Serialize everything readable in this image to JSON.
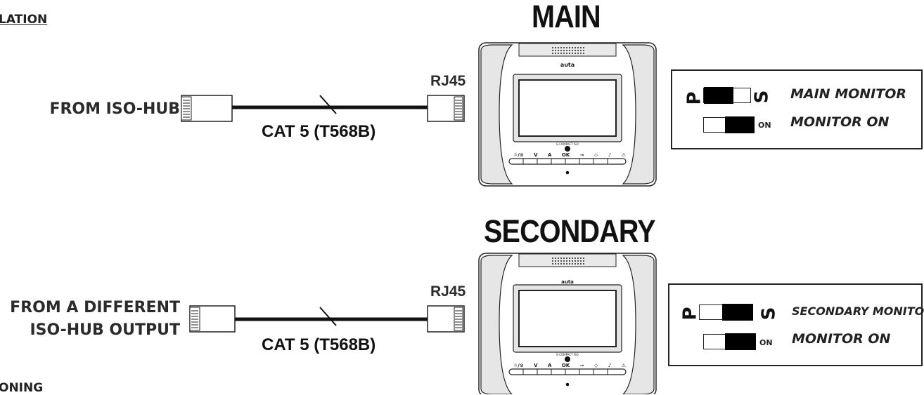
{
  "section_headers": {
    "installation": "LATION",
    "configuration": "ONING"
  },
  "main": {
    "title": "MAIN",
    "source_label": "FROM ISO-HUB",
    "cable_label": "CAT 5 (T568B)",
    "connector_label": "RJ45",
    "monitor_brand": "auta",
    "monitor_model": "E-COMPACT ISO",
    "switch_panel": {
      "row1": {
        "left_letter": "P",
        "right_letter": "S",
        "description": "MAIN MONITOR",
        "knob": "left"
      },
      "row2": {
        "on_label": "ON",
        "description": "MONITOR ON",
        "knob": "right"
      }
    }
  },
  "secondary": {
    "title": "SECONDARY",
    "source_label_line1": "FROM A DIFFERENT",
    "source_label_line2": "ISO-HUB OUTPUT",
    "cable_label": "CAT 5 (T568B)",
    "connector_label": "RJ45",
    "monitor_brand": "auta",
    "monitor_model": "E-COMPACT ISO",
    "switch_panel": {
      "row1": {
        "left_letter": "P",
        "right_letter": "S",
        "description": "SECONDARY MONITOR",
        "knob": "right"
      },
      "row2": {
        "on_label": "ON",
        "description": "MONITOR ON",
        "knob": "right"
      }
    }
  },
  "monitor_buttons": [
    "☼/⊙",
    "V",
    "A",
    "OK",
    "⊸",
    "◇",
    "♪",
    "⚠"
  ],
  "colors": {
    "line": "#111111",
    "knob": "#000000",
    "panel_border": "#222222"
  }
}
